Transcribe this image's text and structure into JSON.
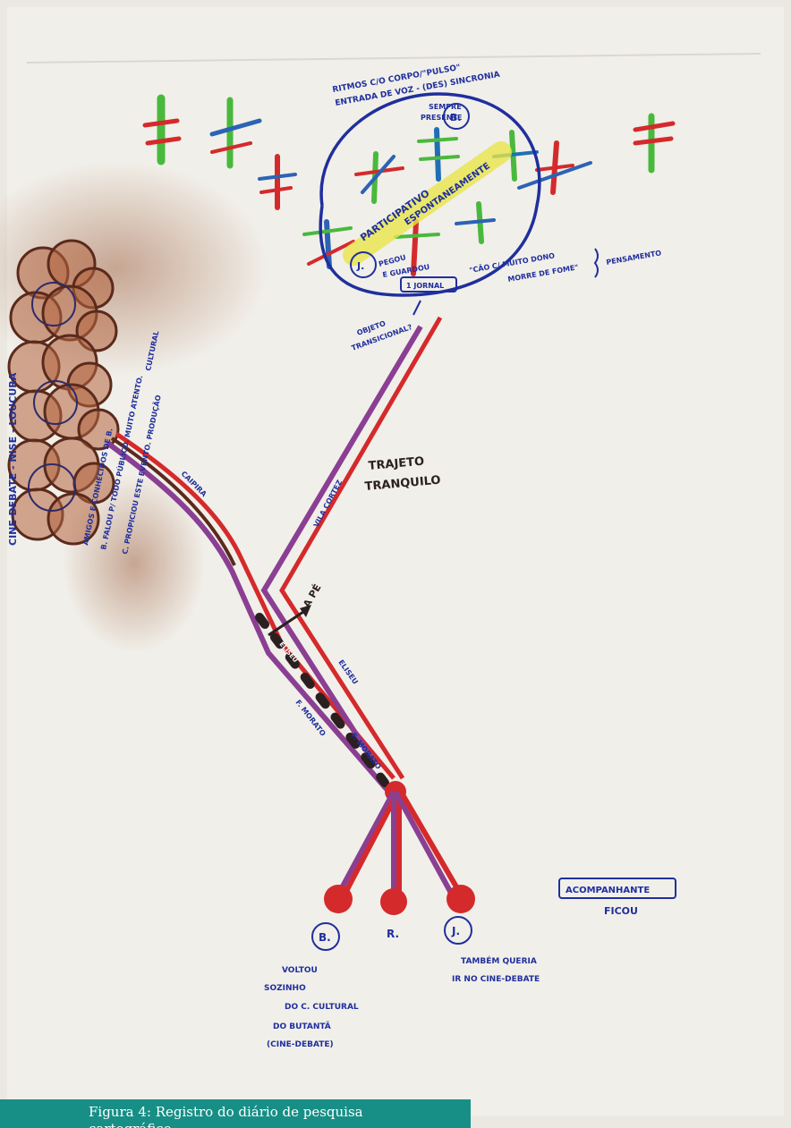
{
  "notes": {
    "ritmos": "RITMOS C/O CORPO/\"PULSO\"",
    "entrada": "ENTRADA DE VOZ - (DES) SINCRONIA",
    "sempre": "SEMPRE",
    "presente": "PRESENTE",
    "b_circle": "B.",
    "participativo": "PARTICIPATIVO",
    "espontaneamente": "ESPONTANEAMENTE",
    "j_circle": "J.",
    "pegou": "PEGOU",
    "e_guardou": "E GUARDOU",
    "jornal": "1 JORNAL",
    "cao": "\"CÃO C/ MUITO DONO",
    "morre": "MORRE DE FOME\"",
    "pensamento": "PENSAMENTO",
    "objeto": "OBJETO",
    "transicional": "TRANSICIONAL?",
    "cine_debate": "CINE-DEBATE - NISE - LOUCURA",
    "amigos": "AMIGOS E CONHECIDOS DE B.",
    "b_falou": "B. FALOU P/ TODO PÚBLICO. MUITO ATENTO.",
    "c_proporcionou": "C. PROPICIOU ESTE EVENTO. PRODUÇÃO",
    "cultural": "CULTURAL",
    "caipira": "CAIPIRA",
    "vila_cortez": "VILA CORTEZ",
    "trajeto": "TRAJETO",
    "tranquilo": "TRANQUILO",
    "ape": "A PÉ",
    "eliseu": "ELISEU",
    "eliseu2": "ELISEU",
    "f_morato": "F. MORATO",
    "f_morato2": "F. MORATO",
    "b_node": "B.",
    "r_node": "R.",
    "j_node": "J.",
    "acompanhante": "ACOMPANHANTE",
    "ficou": "FICOU",
    "voltou": "VOLTOU",
    "sozinho": "SOZINHO",
    "do_c_cultural": "DO C. CULTURAL",
    "do_butanta": "DO BUTANTÃ",
    "cine_debate2": "(CINE-DEBATE)",
    "tambem": "TAMBÉM QUERIA",
    "ir_no": "IR NO CINE-DEBATE"
  },
  "caption": {
    "line1": "Figura 4: Registro do diário de pesquisa",
    "line2": "cartográfico"
  },
  "colors": {
    "paper": "#f1efe9",
    "ink_blue": "#1f2f9e",
    "ink_red": "#d42a2c",
    "ink_purple": "#8a3f93",
    "ink_green": "#49b93d",
    "ink_dark": "#2b2020",
    "ink_brown": "#8c4b2e",
    "highlight": "#e8e54a",
    "caption_bg": "#178f86"
  }
}
